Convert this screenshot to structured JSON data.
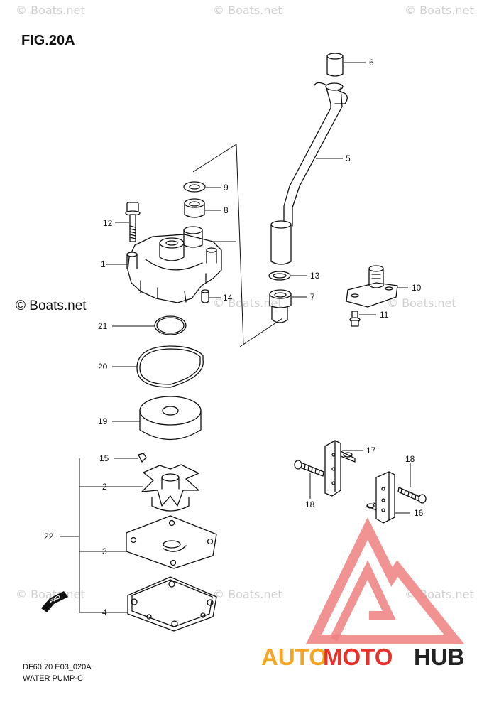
{
  "figure_title": "FIG.20A",
  "footer": {
    "code": "DF60 70 E03_020A",
    "name": "WATER PUMP-C"
  },
  "watermarks": {
    "small": "© Boats.net",
    "large": "© Boats.net"
  },
  "logo": {
    "text_a": "AUTO",
    "text_b": "MOTO",
    "text_c": "HUB",
    "colors": {
      "orange": "#f5a623",
      "red": "#e8312a",
      "dark": "#222222",
      "triangle": "#f08080"
    }
  },
  "callouts": [
    {
      "id": "c6",
      "text": "6"
    },
    {
      "id": "c5",
      "text": "5"
    },
    {
      "id": "c9",
      "text": "9"
    },
    {
      "id": "c8",
      "text": "8"
    },
    {
      "id": "c12",
      "text": "12"
    },
    {
      "id": "c1",
      "text": "1"
    },
    {
      "id": "c13",
      "text": "13"
    },
    {
      "id": "c7",
      "text": "7"
    },
    {
      "id": "c10",
      "text": "10"
    },
    {
      "id": "c14",
      "text": "14"
    },
    {
      "id": "c11",
      "text": "11"
    },
    {
      "id": "c21",
      "text": "21"
    },
    {
      "id": "c20",
      "text": "20"
    },
    {
      "id": "c19",
      "text": "19"
    },
    {
      "id": "c15",
      "text": "15"
    },
    {
      "id": "c17",
      "text": "17"
    },
    {
      "id": "c18a",
      "text": "18"
    },
    {
      "id": "c2",
      "text": "2"
    },
    {
      "id": "c18b",
      "text": "18"
    },
    {
      "id": "c22",
      "text": "22"
    },
    {
      "id": "c16",
      "text": "16"
    },
    {
      "id": "c3",
      "text": "3"
    },
    {
      "id": "c4",
      "text": "4"
    }
  ],
  "fwd_label": "FWD"
}
